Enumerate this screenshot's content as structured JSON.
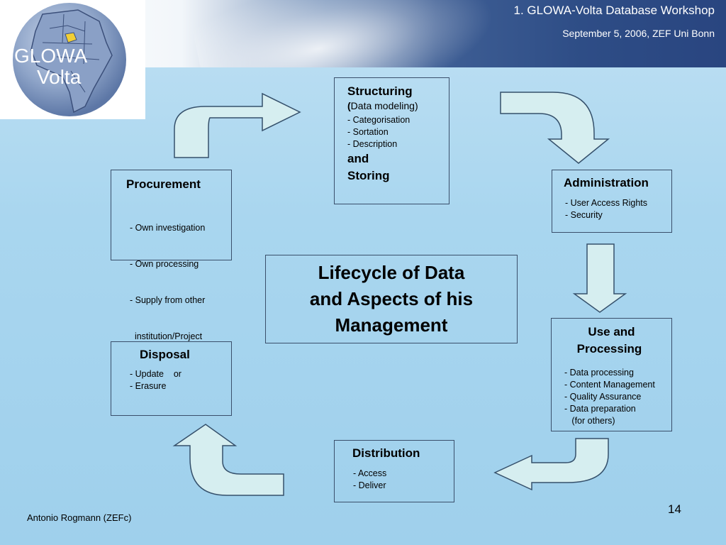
{
  "header": {
    "title": "1. GLOWA-Volta Database Workshop",
    "subtitle": "September 5, 2006, ZEF Uni Bonn"
  },
  "logo": {
    "line1": "GLOWA",
    "line2": "Volta"
  },
  "colors": {
    "arrow_fill": "#d6eef0",
    "arrow_stroke": "#35506b",
    "logo_globe": "#8ea4c8"
  },
  "center": {
    "line1": "Lifecycle of Data",
    "line2": "and Aspects of his",
    "line3": "Management"
  },
  "structuring": {
    "title": "Structuring",
    "sub_prefix": "(",
    "sub": "Data modeling)",
    "items": [
      "- Categorisation",
      "- Sortation",
      "- Description"
    ],
    "and": "and",
    "storing": "Storing"
  },
  "administration": {
    "title": "Administration",
    "items": [
      "- User Access Rights",
      "- Security"
    ]
  },
  "use_processing": {
    "title_line1": "Use and",
    "title_line2": "Processing",
    "items": [
      "- Data processing",
      "- Content Management",
      "- Quality Assurance",
      "- Data preparation",
      "   (for others)"
    ]
  },
  "distribution": {
    "title": "Distribution",
    "items": [
      "- Access",
      "- Deliver"
    ]
  },
  "disposal": {
    "title": "Disposal",
    "items": [
      "- Update    or",
      "- Erasure"
    ]
  },
  "procurement": {
    "title": "Procurement",
    "items": [
      "- Own investigation",
      "- Own processing",
      "- Supply from other",
      "  institution/Project"
    ]
  },
  "footer": {
    "author": "Antonio Rogmann (ZEFc)",
    "page": "14"
  }
}
